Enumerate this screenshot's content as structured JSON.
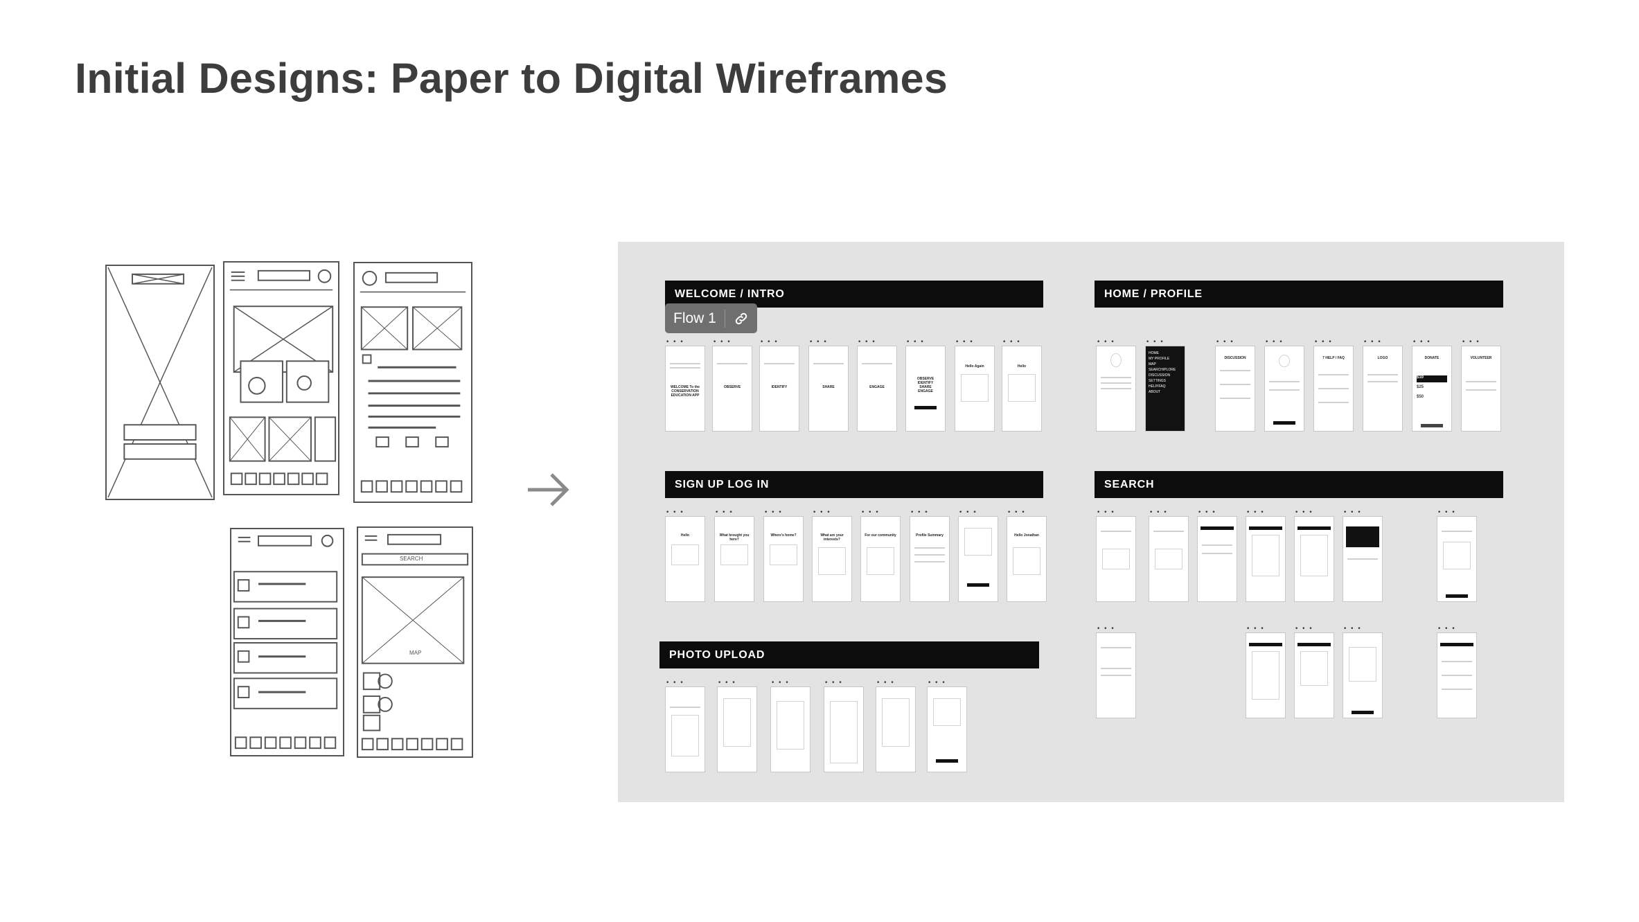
{
  "title": "Initial Designs: Paper to Digital Wireframes",
  "flow_pill": {
    "label": "Flow 1",
    "icon": "link-icon"
  },
  "sections": {
    "welcome": {
      "label": "WELCOME / INTRO",
      "frame_texts": [
        "",
        "",
        "",
        "",
        "",
        "",
        "",
        "",
        ""
      ]
    },
    "home": {
      "label": "HOME / PROFILE"
    },
    "signup": {
      "label": "SIGN UP LOG IN"
    },
    "search": {
      "label": "SEARCH"
    },
    "photo": {
      "label": "PHOTO UPLOAD"
    }
  },
  "sketch_labels": {
    "search": "SEARCH",
    "map": "MAP"
  },
  "welcome_frames": [
    "WELCOME To the CONSERVATION EDUCATION APP",
    "OBSERVE",
    "IDENTIFY",
    "SHARE",
    "ENGAGE",
    "OBSERVE IDENTIFY SHARE ENGAGE",
    "Hello Again",
    "Hello"
  ],
  "home_menu": [
    "HOME",
    "MY PROFILE",
    "MAP",
    "SEARCH/PLORE",
    "DISCUSSION",
    "SETTINGS",
    "HELP/FAQ",
    "ABOUT"
  ],
  "home_frames": [
    "DISCUSSION",
    "7 HELP / FAQ",
    "LOGO",
    "DONATE",
    "VOLUNTEER"
  ],
  "donate_amounts": [
    "$10",
    "$25",
    "$50"
  ],
  "signup_frames": [
    "Hello",
    "What brought you here?",
    "Where's home?",
    "What are your interests?",
    "For our community",
    "Profile Summary",
    "",
    "Hello Jonathan"
  ],
  "colors": {
    "canvas": "#e3e3e3",
    "header": "#0c0c0c",
    "pill": "#6f6f6f",
    "title": "#3d3d3d"
  }
}
